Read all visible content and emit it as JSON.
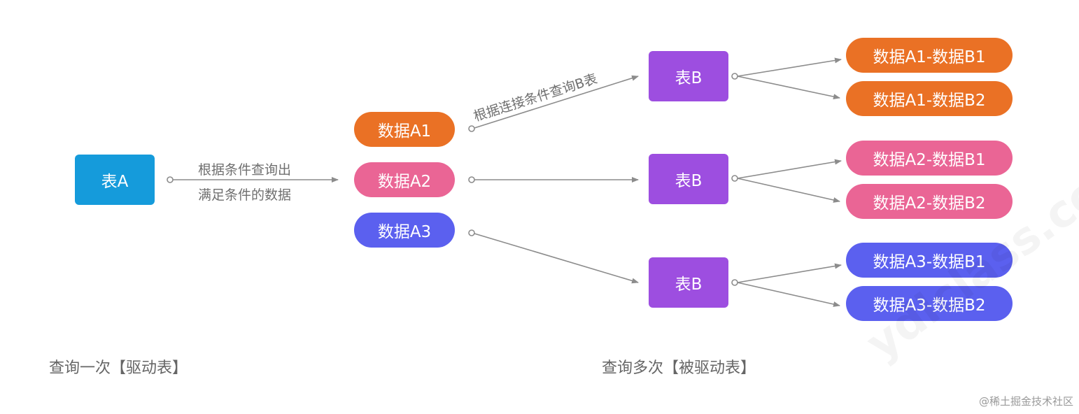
{
  "colors": {
    "tableA": "#159bdb",
    "tableB": "#9d4ee0",
    "a1": "#ea7125",
    "a2": "#ea6595",
    "a3": "#5b60ef",
    "line": "#8c8c8c"
  },
  "table_a": {
    "label": "表A"
  },
  "edge_a_label": {
    "line1": "根据条件查询出",
    "line2": "满足条件的数据"
  },
  "data_a": [
    {
      "label": "数据A1"
    },
    {
      "label": "数据A2"
    },
    {
      "label": "数据A3"
    }
  ],
  "edge_b_label": "根据连接条件查询B表",
  "table_b": [
    {
      "label": "表B"
    },
    {
      "label": "表B"
    },
    {
      "label": "表B"
    }
  ],
  "results": [
    {
      "label": "数据A1-数据B1"
    },
    {
      "label": "数据A1-数据B2"
    },
    {
      "label": "数据A2-数据B1"
    },
    {
      "label": "数据A2-数据B2"
    },
    {
      "label": "数据A3-数据B1"
    },
    {
      "label": "数据A3-数据B2"
    }
  ],
  "captions": {
    "left": "查询一次【驱动表】",
    "right": "查询多次【被驱动表】"
  },
  "watermark": "ydlclass.com",
  "credit": "@稀土掘金技术社区"
}
